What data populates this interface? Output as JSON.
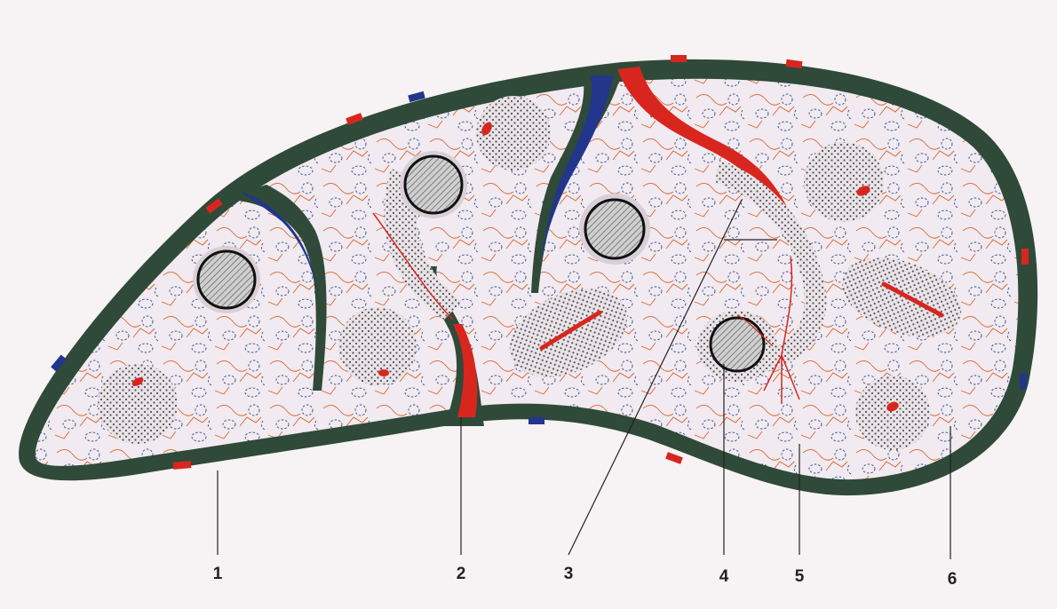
{
  "labels": [
    {
      "id": "1",
      "text": "1"
    },
    {
      "id": "2",
      "text": "2"
    },
    {
      "id": "3",
      "text": "3"
    },
    {
      "id": "4",
      "text": "4"
    },
    {
      "id": "5",
      "text": "5"
    },
    {
      "id": "6",
      "text": "6"
    }
  ],
  "colors": {
    "background": "#f7f2f4",
    "capsule": "#2f4a38",
    "parenchyma": "#f1eaf0",
    "artery": "#d8261e",
    "vein": "#22368c",
    "reticular_fiber": "#d9642e",
    "nucleus_outline": "#555555",
    "follicle_dots": "#555555"
  }
}
